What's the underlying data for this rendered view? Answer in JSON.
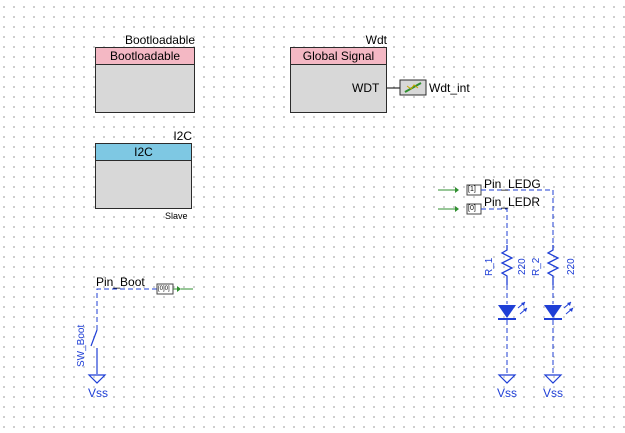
{
  "components": {
    "bootloadable": {
      "name": "Bootloadable",
      "header": "Bootloadable",
      "header_color": "#f4b8c4"
    },
    "wdt": {
      "name": "Wdt",
      "header": "Global Signal",
      "header_color": "#f4b8c4",
      "terminal": "WDT",
      "net_label": "Wdt_int"
    },
    "i2c": {
      "name": "I2C",
      "header": "I2C",
      "header_color": "#7ec8e3",
      "mode": "Slave"
    }
  },
  "pins": {
    "ledg": {
      "name": "Pin_LEDG",
      "tag": "[1]"
    },
    "ledr": {
      "name": "Pin_LEDR",
      "tag": "[0]"
    },
    "boot": {
      "name": "Pin_Boot",
      "tag": "[0]0]"
    }
  },
  "resistors": [
    {
      "name": "R_1",
      "value": "220"
    },
    {
      "name": "R_2",
      "value": "220"
    }
  ],
  "switch": {
    "name": "SW_Boot"
  },
  "grounds": [
    {
      "label": "Vss"
    },
    {
      "label": "Vss"
    },
    {
      "label": "Vss"
    }
  ],
  "colors": {
    "wire": "#1f3fd6",
    "net_wire": "#2f8f2f",
    "led": "#1f3fd6"
  }
}
